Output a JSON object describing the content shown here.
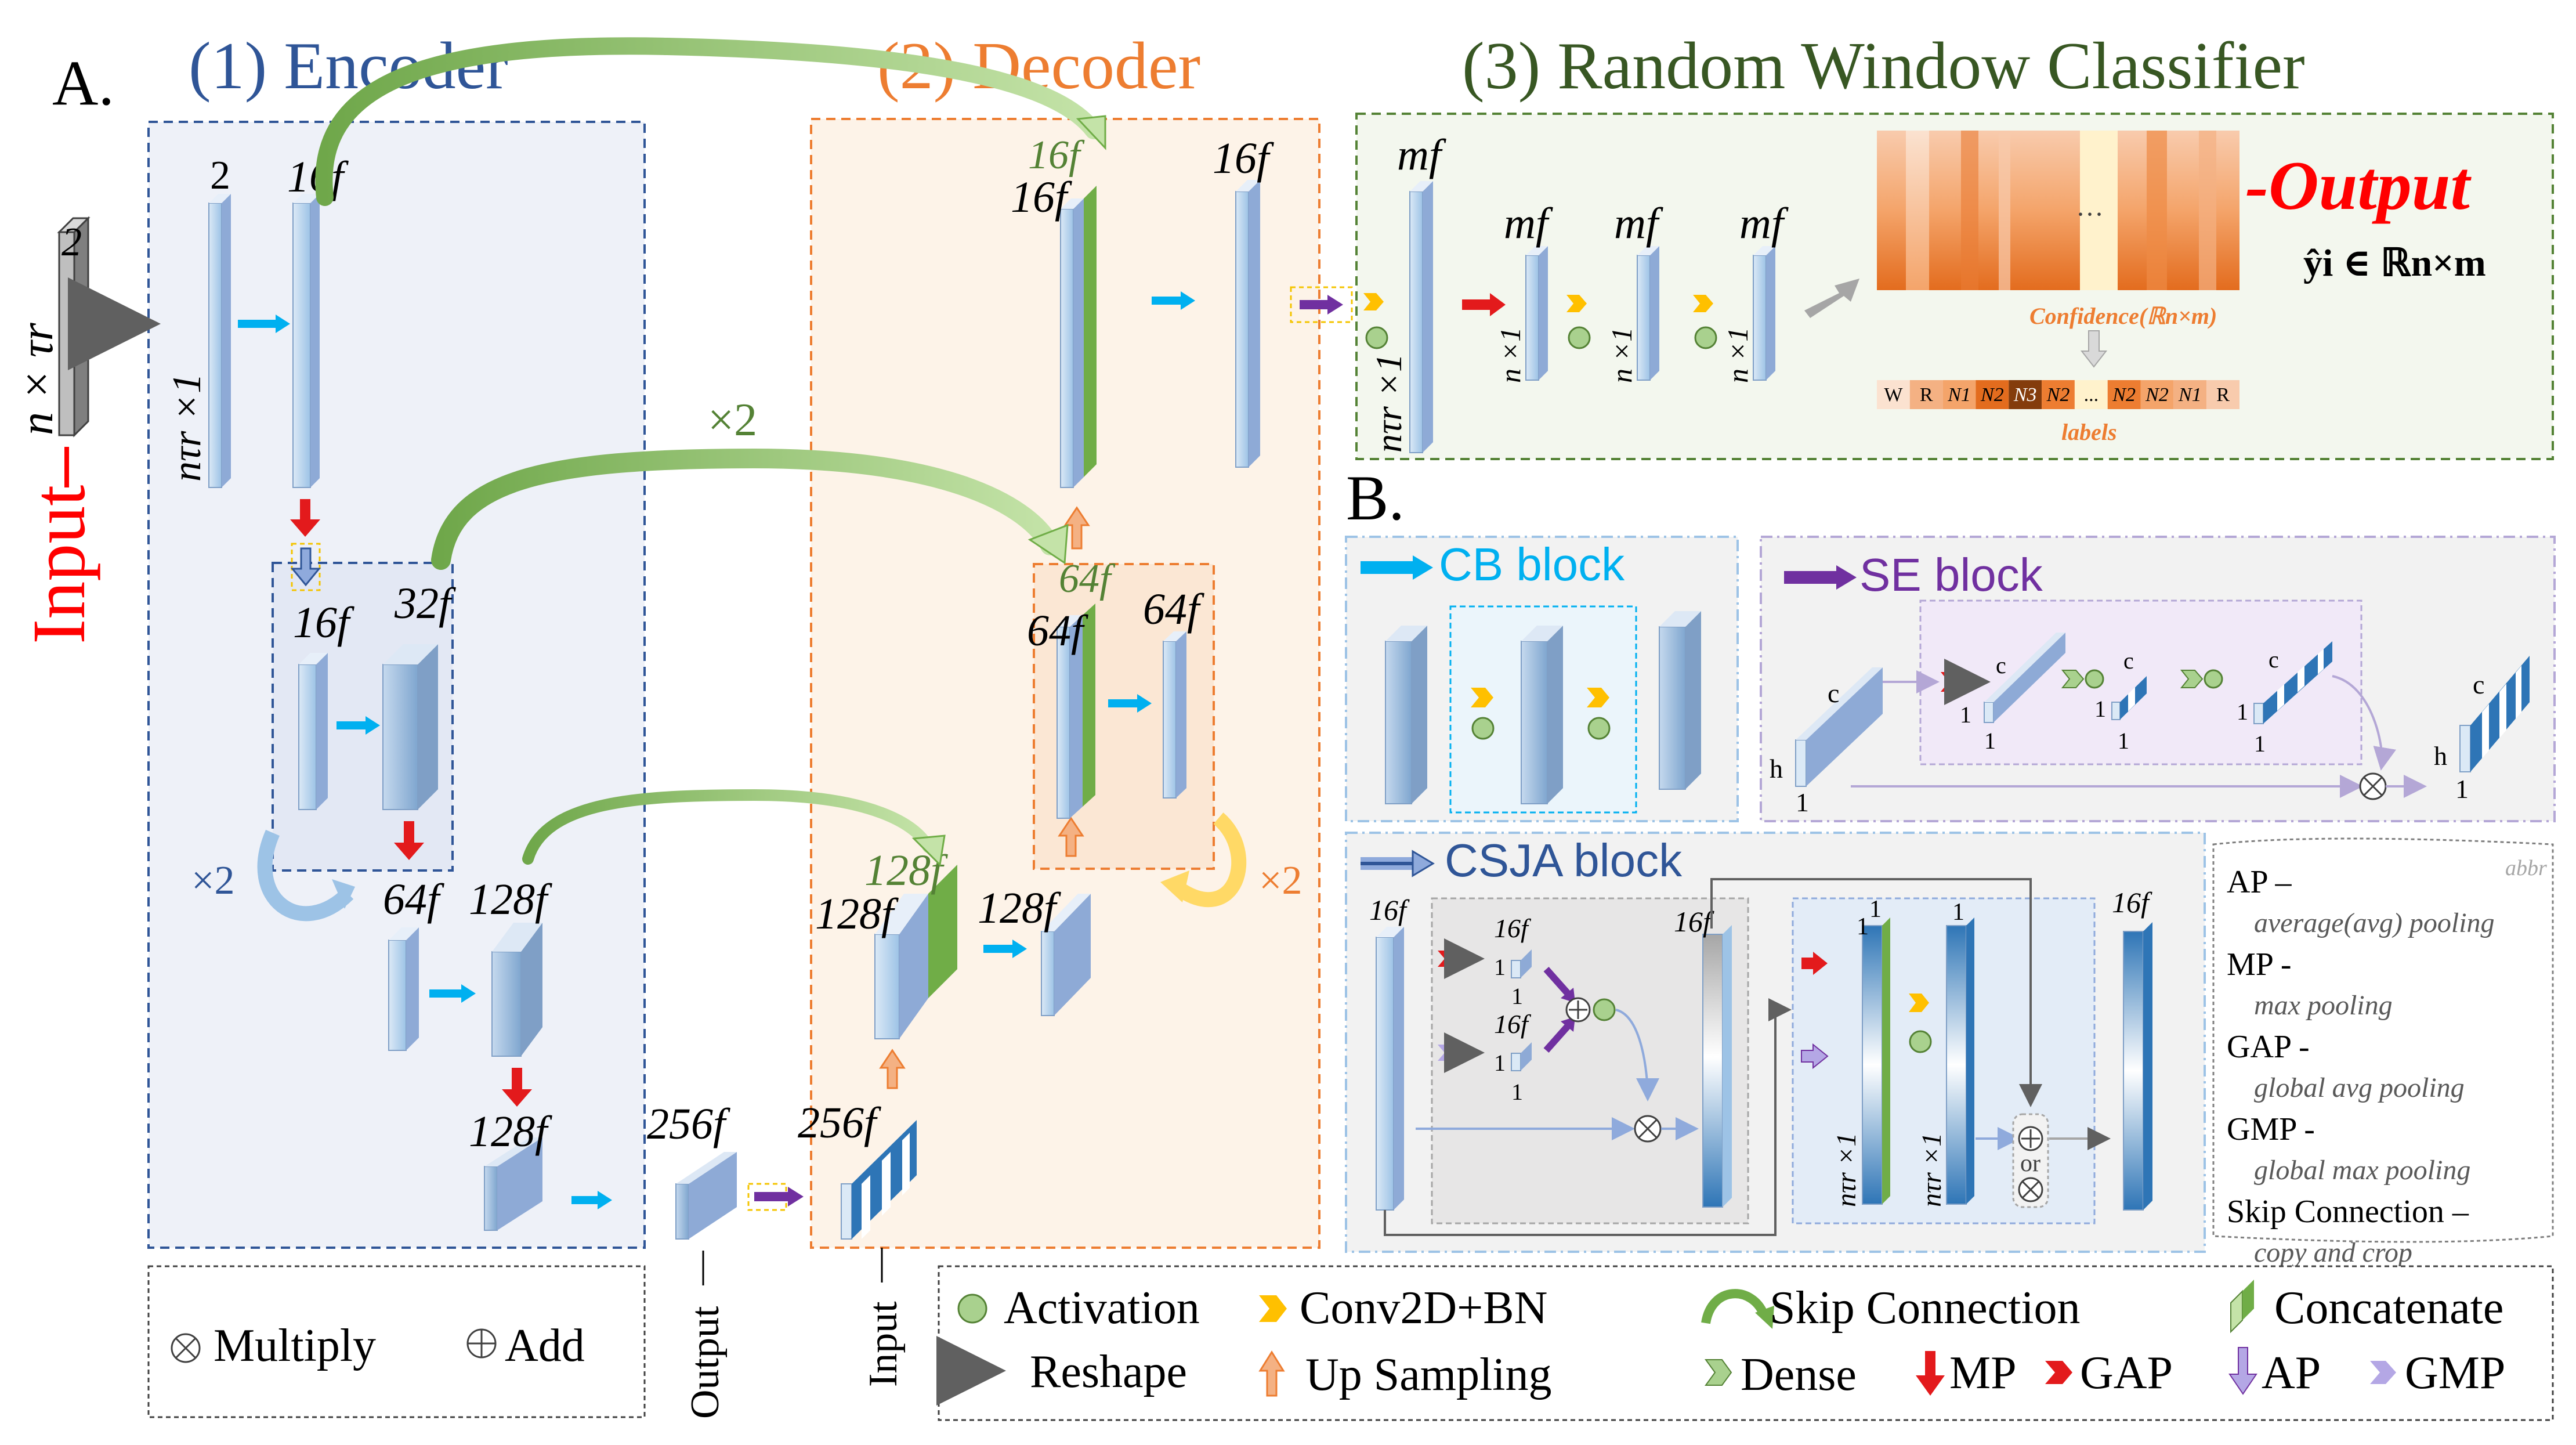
{
  "panel_a": {
    "label": "A.",
    "input_label": "Input",
    "input_dim_rows": "n × τr",
    "input_dim_cols": "2",
    "encoder": {
      "title": "(1) Encoder",
      "l1_w": "2",
      "l1_h": "nτr ×1",
      "l1b_w": "16f",
      "l2_w": "16f",
      "l2b_w": "32f",
      "l3_w": "64f",
      "l3b_w": "128f",
      "l4_w": "128f",
      "repeat": "×2"
    },
    "bottleneck": {
      "w": "256f",
      "output_label": "Output"
    },
    "decoder": {
      "title": "(2) Decoder",
      "skip_repeat": "×2",
      "in_w": "256f",
      "input_label": "Input",
      "d1_green": "128f",
      "d1_w": "128f",
      "d1b_w": "128f",
      "d2_green": "64f",
      "d2_w": "64f",
      "d2b_w": "64f",
      "d2_repeat": "×2",
      "d3_green": "16f",
      "d3_w": "16f",
      "d3b_w": "16f"
    },
    "classifier": {
      "title": "(3) Random Window Classifier",
      "c0_w": "mf",
      "c0_h": "nτr ×1",
      "c1_w": "mf",
      "c1_h": "n ×1",
      "c2_w": "mf",
      "c2_h": "n ×1",
      "c3_w": "mf",
      "c3_h": "n ×1",
      "output_label": "-Output",
      "output_formula": "ŷi ∈ ℝn×m",
      "confidence_label": "Confidence(ℝn×m)",
      "ellipsis": "···",
      "labels_caption": "labels",
      "label_cells": [
        "W",
        "R",
        "N1",
        "N2",
        "N3",
        "N2",
        "...",
        "N2",
        "N2",
        "N1",
        "R"
      ]
    }
  },
  "panel_b": {
    "label": "B.",
    "cb_title": "CB block",
    "se_title": "SE block",
    "se_h": "h",
    "se_c": "c",
    "se_one": "1",
    "csja_title": "CSJA block",
    "csja_16f": "16f",
    "csja_one": "1",
    "csja_h": "nτr ×1",
    "csja_or": "or"
  },
  "abbr": {
    "tag": "abbr",
    "items": [
      {
        "term": "AP –",
        "desc": "average(avg) pooling"
      },
      {
        "term": "MP -",
        "desc": "max pooling"
      },
      {
        "term": "GAP -",
        "desc": "global avg pooling"
      },
      {
        "term": "GMP -",
        "desc": "global max pooling"
      },
      {
        "term": "Skip Connection –",
        "desc": "copy and crop"
      }
    ]
  },
  "legend_small": {
    "multiply": "Multiply",
    "add": "Add"
  },
  "legend": {
    "activation": "Activation",
    "conv": "Conv2D+BN",
    "skip": "Skip Connection",
    "concat": "Concatenate",
    "reshape": "Reshape",
    "upsampling": "Up Sampling",
    "dense": "Dense",
    "mp": "MP",
    "gap": "GAP",
    "ap": "AP",
    "gmp": "GMP"
  },
  "colors": {
    "encoder_title": "#2f5597",
    "decoder_title": "#ed7d31",
    "classifier_title": "#385723",
    "output_red": "#ff0000",
    "slab_blue": "#bdd7ee",
    "concat_green": "#70ad47",
    "cb_arrow": "#00b0f0",
    "se_arrow": "#7030a0",
    "up_arrow": "#f4b183",
    "mp_arrow": "#ff0000",
    "ap_arrow": "#b4a7e5"
  }
}
